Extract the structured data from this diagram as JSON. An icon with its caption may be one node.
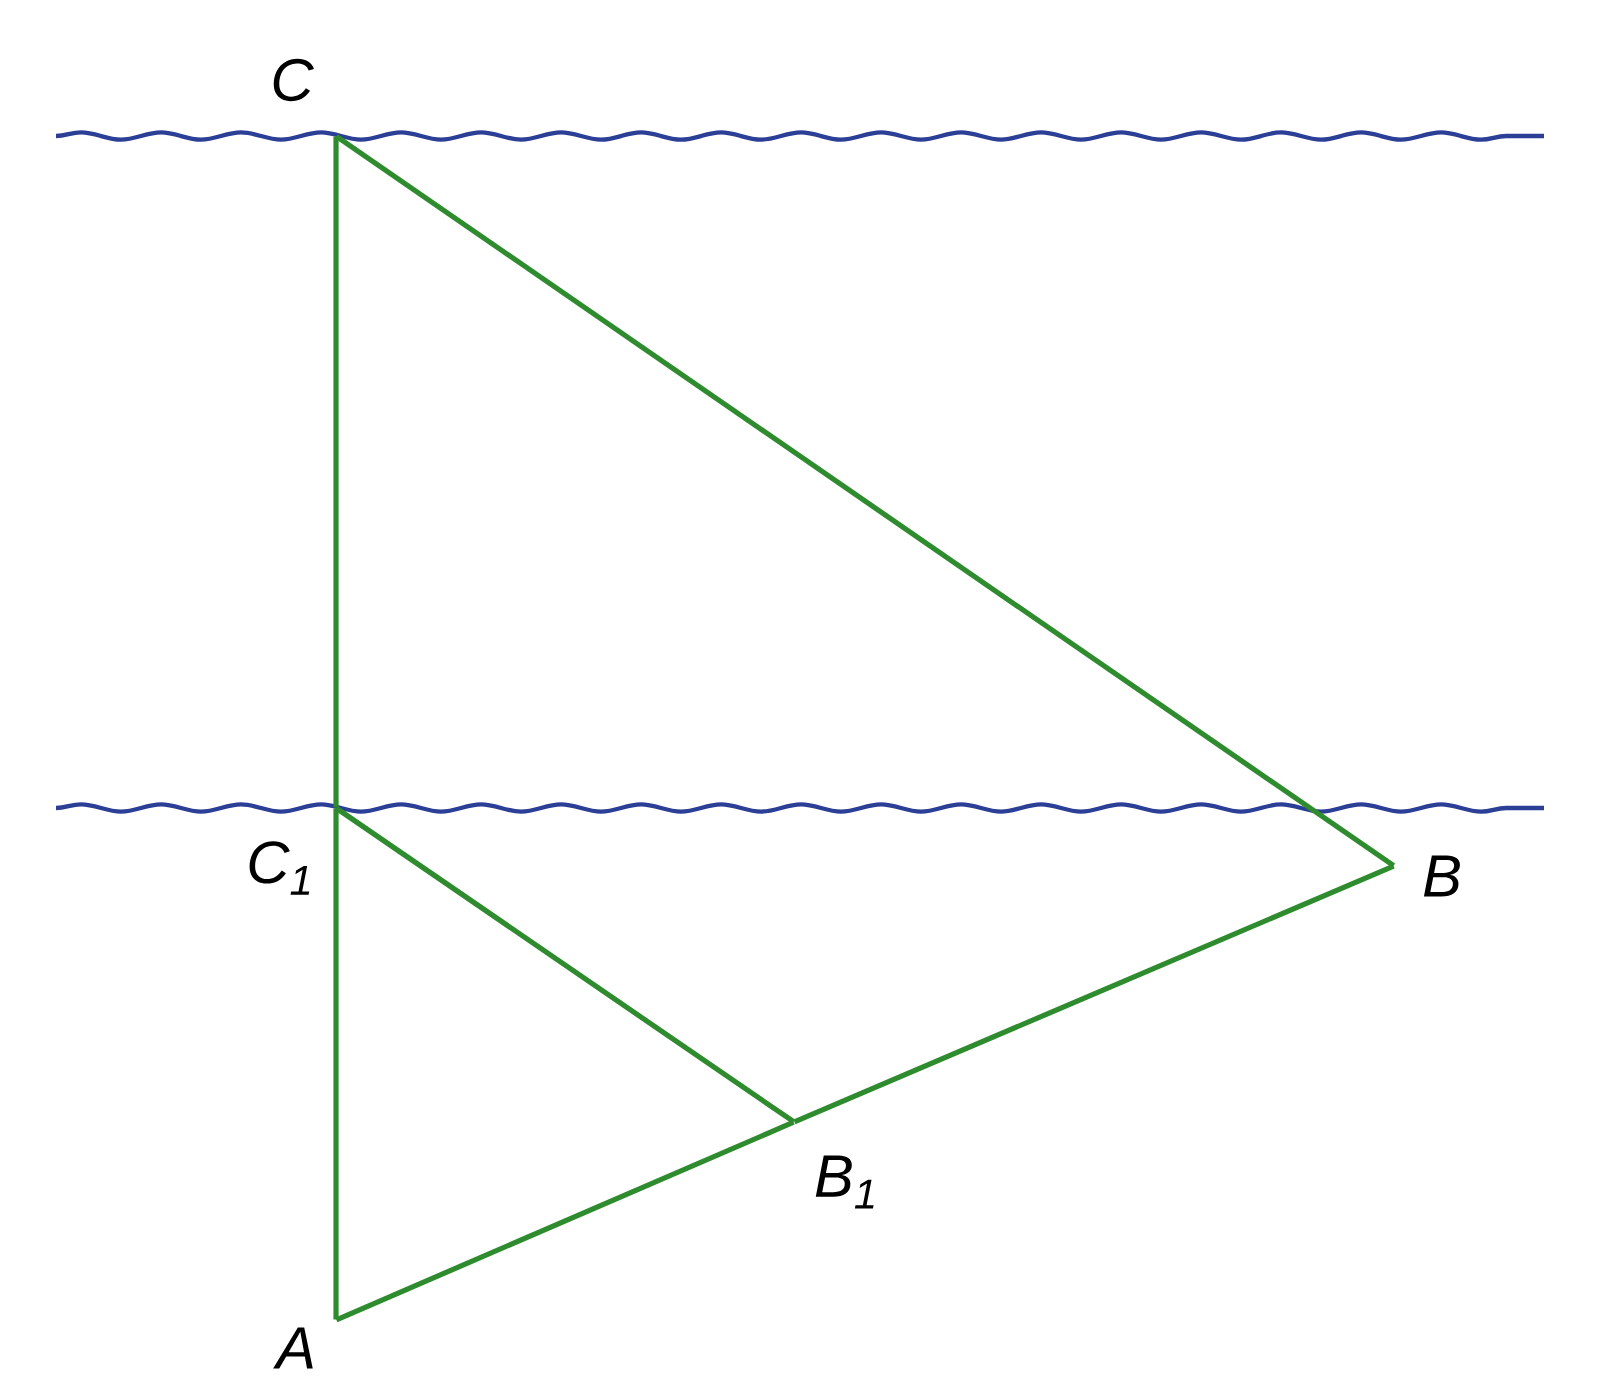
{
  "diagram": {
    "nodes": [
      {
        "text": [
          "C"
        ]
      },
      {
        "text": [
          "C$_{1}$"
        ]
      },
      {
        "text": [
          "B"
        ]
      },
      {
        "text": [
          "B$_{1}$"
        ]
      },
      {
        "text": [
          "A"
        ]
      }
    ],
    "edges": [
      {
        "from": 0,
        "to": 1,
        "arrow": "none"
      },
      {
        "from": 1,
        "to": 4,
        "arrow": "none"
      },
      {
        "from": 0,
        "to": 2,
        "arrow": "none"
      },
      {
        "from": 2,
        "to": 3,
        "arrow": "none"
      },
      {
        "from": 3,
        "to": 4,
        "arrow": "none"
      },
      {
        "from": 1,
        "to": 3,
        "arrow": "none"
      }
    ]
  }
}
